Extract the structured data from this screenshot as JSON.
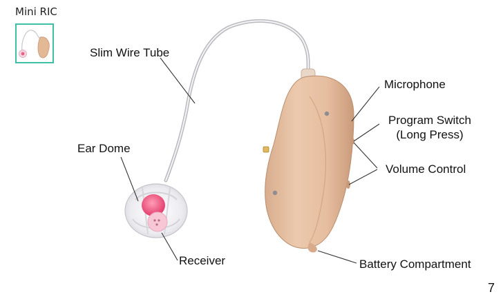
{
  "slide": {
    "title": "Mini RIC",
    "page_number": "7"
  },
  "labels": {
    "slim_wire_tube": "Slim Wire Tube",
    "ear_dome": "Ear Dome",
    "receiver": "Receiver",
    "microphone": "Microphone",
    "program_switch_line1": "Program Switch",
    "program_switch_line2": "(Long Press)",
    "volume_control": "Volume Control",
    "battery_compartment": "Battery Compartment"
  },
  "colors": {
    "thumbnail_border": "#3fbfa6",
    "device_body": "#e8c4a8",
    "device_shadow": "#c79d80",
    "dome": "#e6e6ea",
    "receiver_tip": "#ec5f86"
  }
}
